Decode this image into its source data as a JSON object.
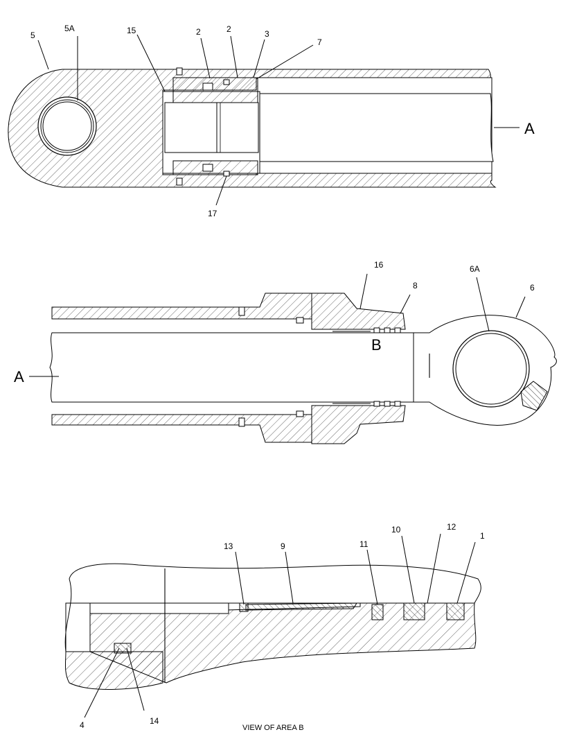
{
  "labels": {
    "l5": "5",
    "l5A": "5A",
    "l15": "15",
    "l2a": "2",
    "l2b": "2",
    "l3": "3",
    "l7": "7",
    "l17": "17",
    "lA1": "A",
    "l16": "16",
    "l8": "8",
    "l6A": "6A",
    "l6": "6",
    "lB": "B",
    "lA2": "A",
    "l13": "13",
    "l9": "9",
    "l11": "11",
    "l10": "10",
    "l12": "12",
    "l1": "1",
    "l4": "4",
    "l14": "14"
  },
  "caption": "VIEW OF AREA  B"
}
